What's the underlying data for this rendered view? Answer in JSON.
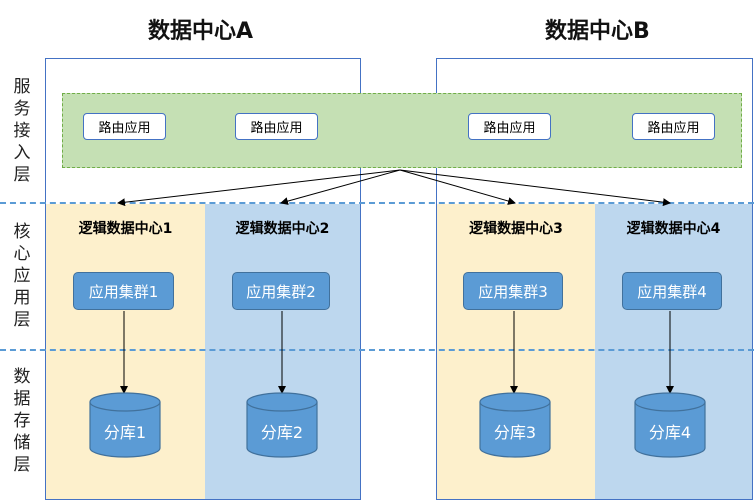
{
  "data_centers": [
    {
      "title": "数据中心A"
    },
    {
      "title": "数据中心B"
    }
  ],
  "layers": [
    {
      "label": "服务接入层"
    },
    {
      "label": "核心应用层"
    },
    {
      "label": "数据存储层"
    }
  ],
  "routing_apps": [
    {
      "label": "路由应用"
    },
    {
      "label": "路由应用"
    },
    {
      "label": "路由应用"
    },
    {
      "label": "路由应用"
    }
  ],
  "logical_data_centers": [
    {
      "title": "逻辑数据中心1",
      "cluster": "应用集群1",
      "shard": "分库1"
    },
    {
      "title": "逻辑数据中心2",
      "cluster": "应用集群2",
      "shard": "分库2"
    },
    {
      "title": "逻辑数据中心3",
      "cluster": "应用集群3",
      "shard": "分库3"
    },
    {
      "title": "逻辑数据中心4",
      "cluster": "应用集群4",
      "shard": "分库4"
    }
  ],
  "colors": {
    "frame": "#4472c4",
    "service_band": "#c5e0b4",
    "yellow_cell": "#fdf0cc",
    "blue_cell": "#bdd7ee",
    "cluster": "#5b9bd5"
  }
}
